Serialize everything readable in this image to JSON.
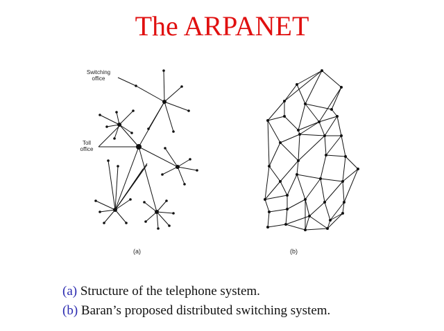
{
  "title": "The ARPANET",
  "figure": {
    "panel_a_label": "(a)",
    "panel_b_label": "(b)",
    "annotations": {
      "switching_office_line1": "Switching",
      "switching_office_line2": "office",
      "toll_office_line1": "Toll",
      "toll_office_line2": "office"
    }
  },
  "captions": [
    {
      "tag": "(a)",
      "text": " Structure of the telephone system."
    },
    {
      "tag": "(b)",
      "text": " Baran’s proposed distributed switching system."
    }
  ],
  "colors": {
    "title": "#e01010",
    "caption_tag": "#2a2ab0",
    "line": "#111111"
  }
}
